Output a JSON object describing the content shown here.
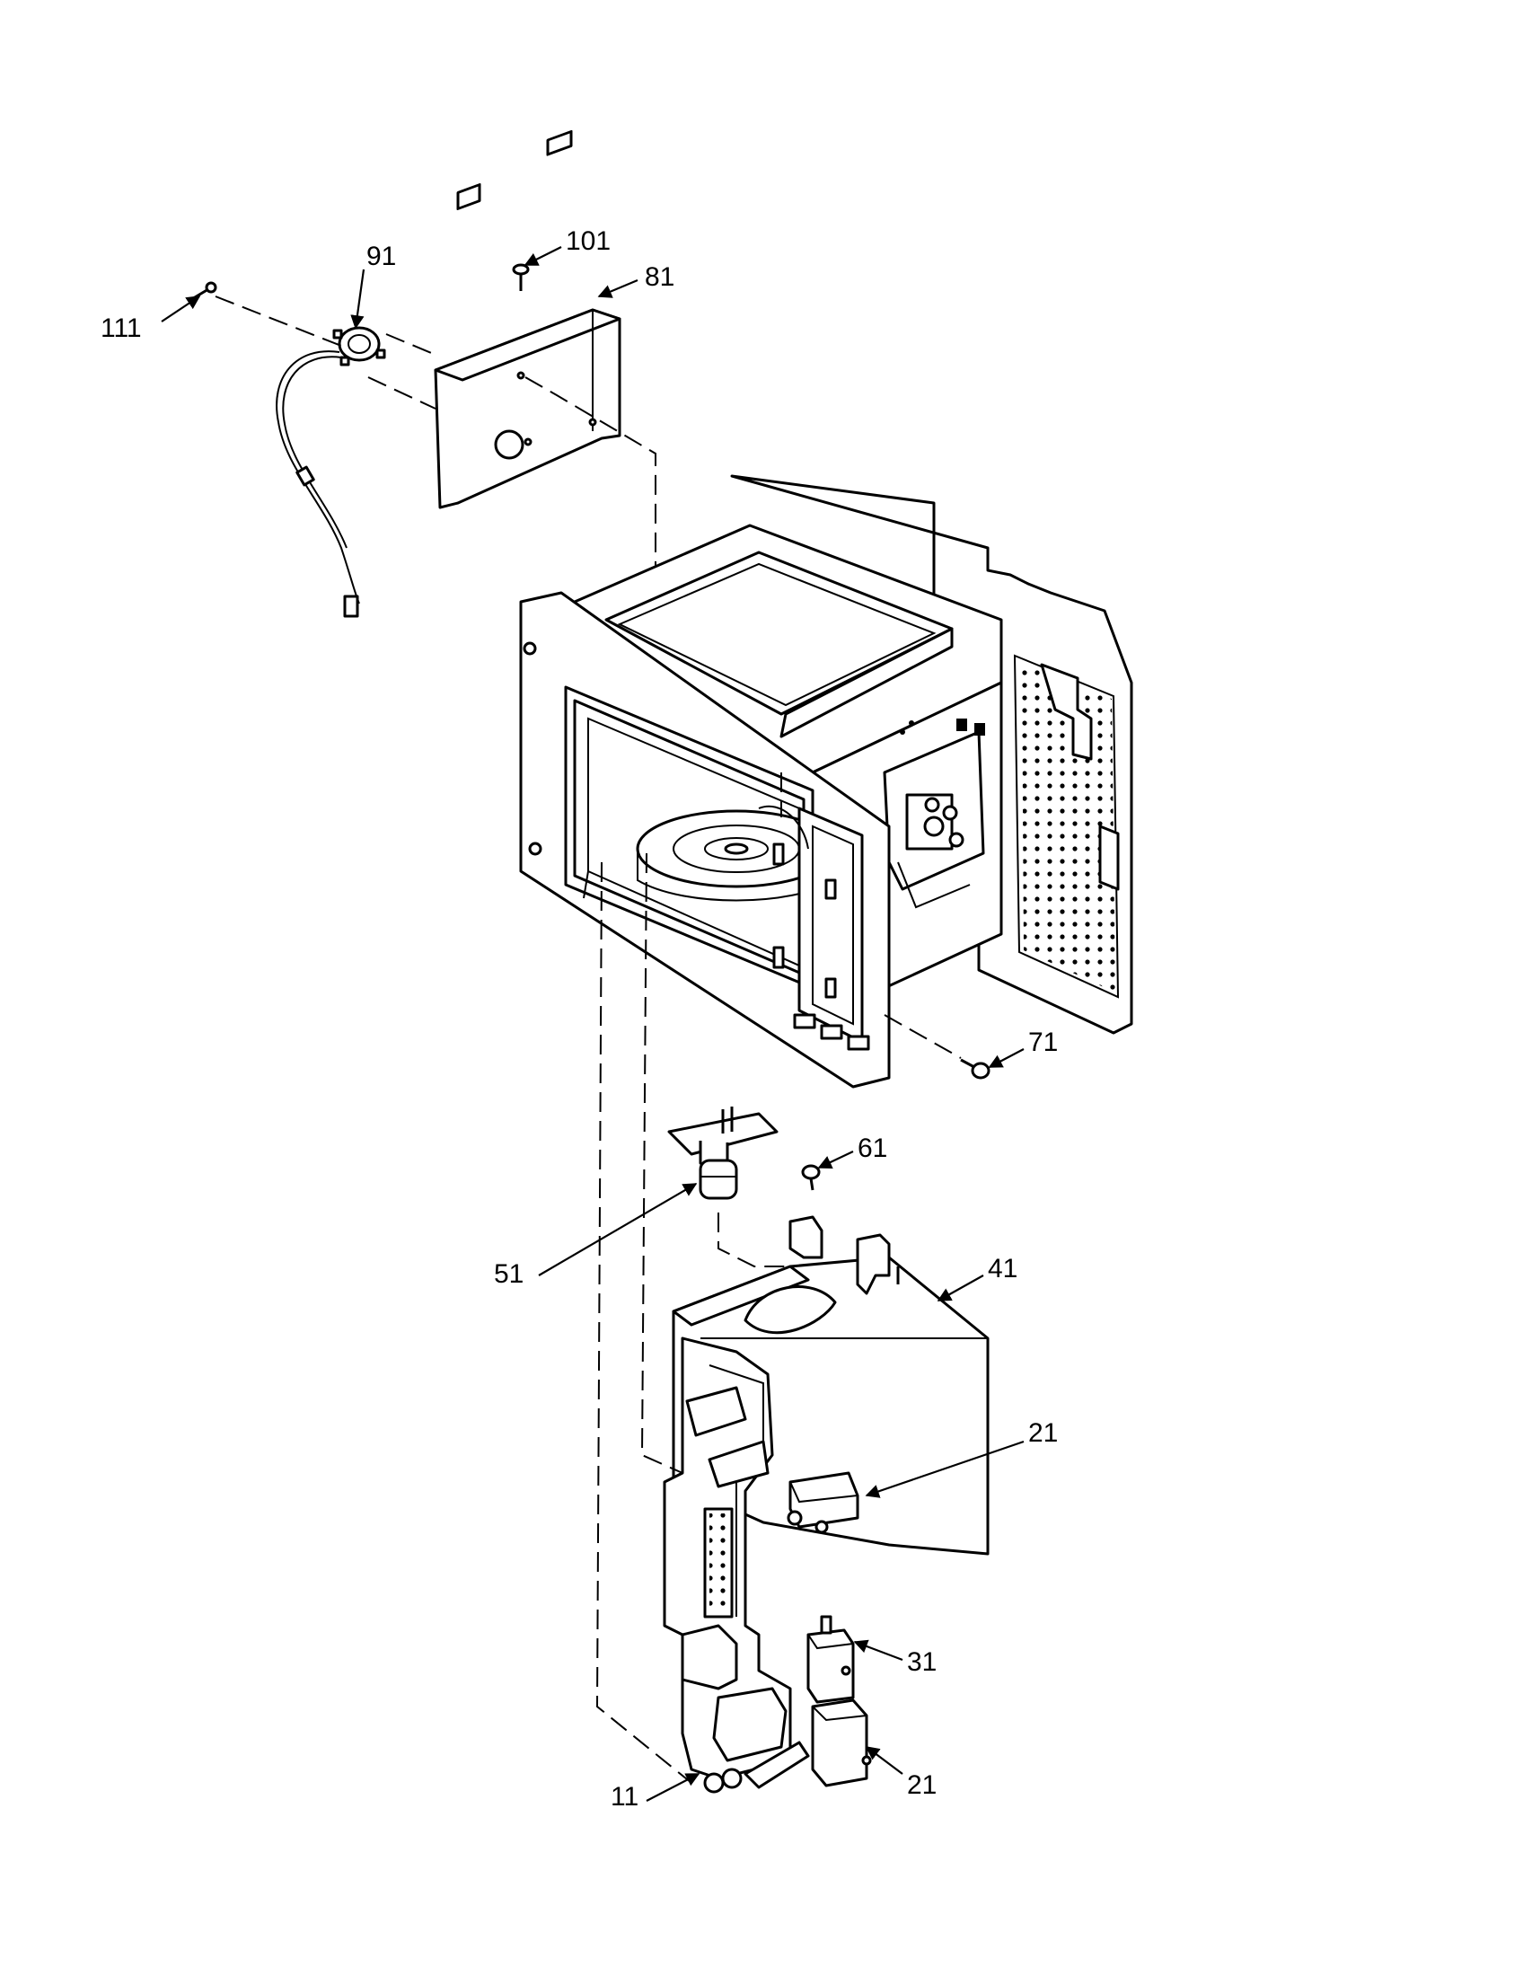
{
  "callouts": {
    "c91": "91",
    "c101": "101",
    "c81": "81",
    "c111": "111",
    "c71": "71",
    "c61": "61",
    "c51": "51",
    "c41": "41",
    "c21a": "21",
    "c31": "31",
    "c21b": "21",
    "c11": "11"
  }
}
